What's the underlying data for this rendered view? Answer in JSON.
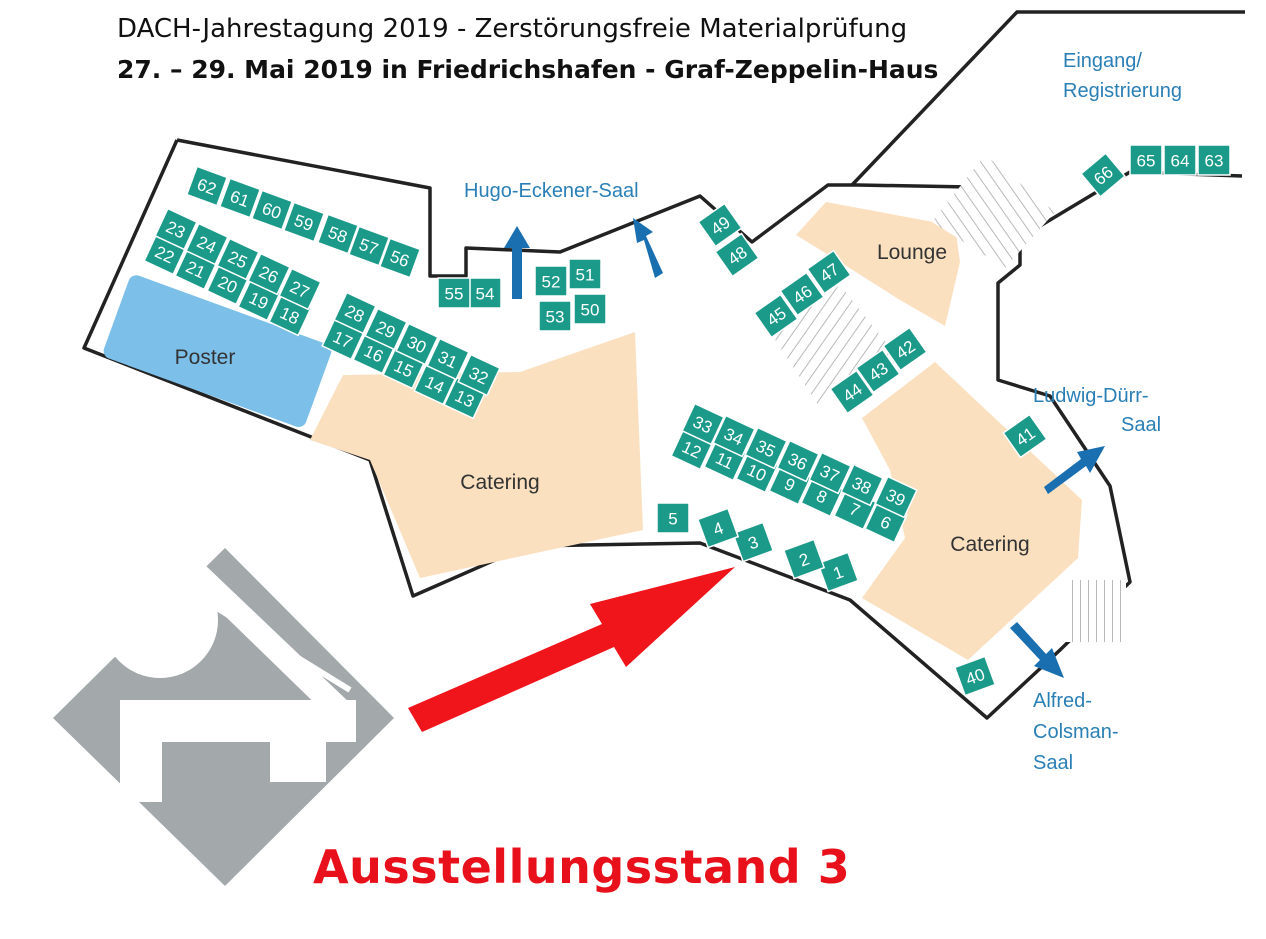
{
  "header": {
    "title": "DACH-Jahrestagung 2019 - Zerstörungsfreie Materialprüfung",
    "subtitle": "27. – 29. Mai 2019 in Friedrichshafen - Graf-Zeppelin-Haus"
  },
  "rooms": {
    "entrance": [
      "Eingang/",
      "Registrierung"
    ],
    "hugo": "Hugo-Eckener-Saal",
    "ludwig": [
      "Ludwig-Dürr-",
      "Saal"
    ],
    "alfred": [
      "Alfred-",
      "Colsman-",
      "Saal"
    ]
  },
  "zones": {
    "poster": "Poster",
    "lounge": "Lounge",
    "catering_left": "Catering",
    "catering_right": "Catering"
  },
  "booth_numbers": [
    "1",
    "2",
    "3",
    "4",
    "5",
    "6",
    "7",
    "8",
    "9",
    "10",
    "11",
    "12",
    "13",
    "14",
    "15",
    "16",
    "17",
    "18",
    "19",
    "20",
    "21",
    "22",
    "23",
    "24",
    "25",
    "26",
    "27",
    "28",
    "29",
    "30",
    "31",
    "32",
    "33",
    "34",
    "35",
    "36",
    "37",
    "38",
    "39",
    "40",
    "41",
    "42",
    "43",
    "44",
    "45",
    "46",
    "47",
    "48",
    "49",
    "50",
    "51",
    "52",
    "53",
    "54",
    "55",
    "56",
    "57",
    "58",
    "59",
    "60",
    "61",
    "62",
    "63",
    "64",
    "65",
    "66"
  ],
  "highlight": {
    "label": "Ausstellungsstand 3",
    "booth": "3"
  },
  "colors": {
    "booth": "#1b9a8a",
    "catering": "#fae0bf",
    "poster": "#7cc0ea",
    "room_text": "#2a7fb6",
    "arrow_blue": "#1a6fb0",
    "arrow_red": "#f0141b",
    "logo_gray": "#a3a8ab"
  },
  "icons": [
    "arrow-up-icon",
    "arrow-diagonal-icon",
    "red-arrow-icon",
    "logo-icon"
  ]
}
